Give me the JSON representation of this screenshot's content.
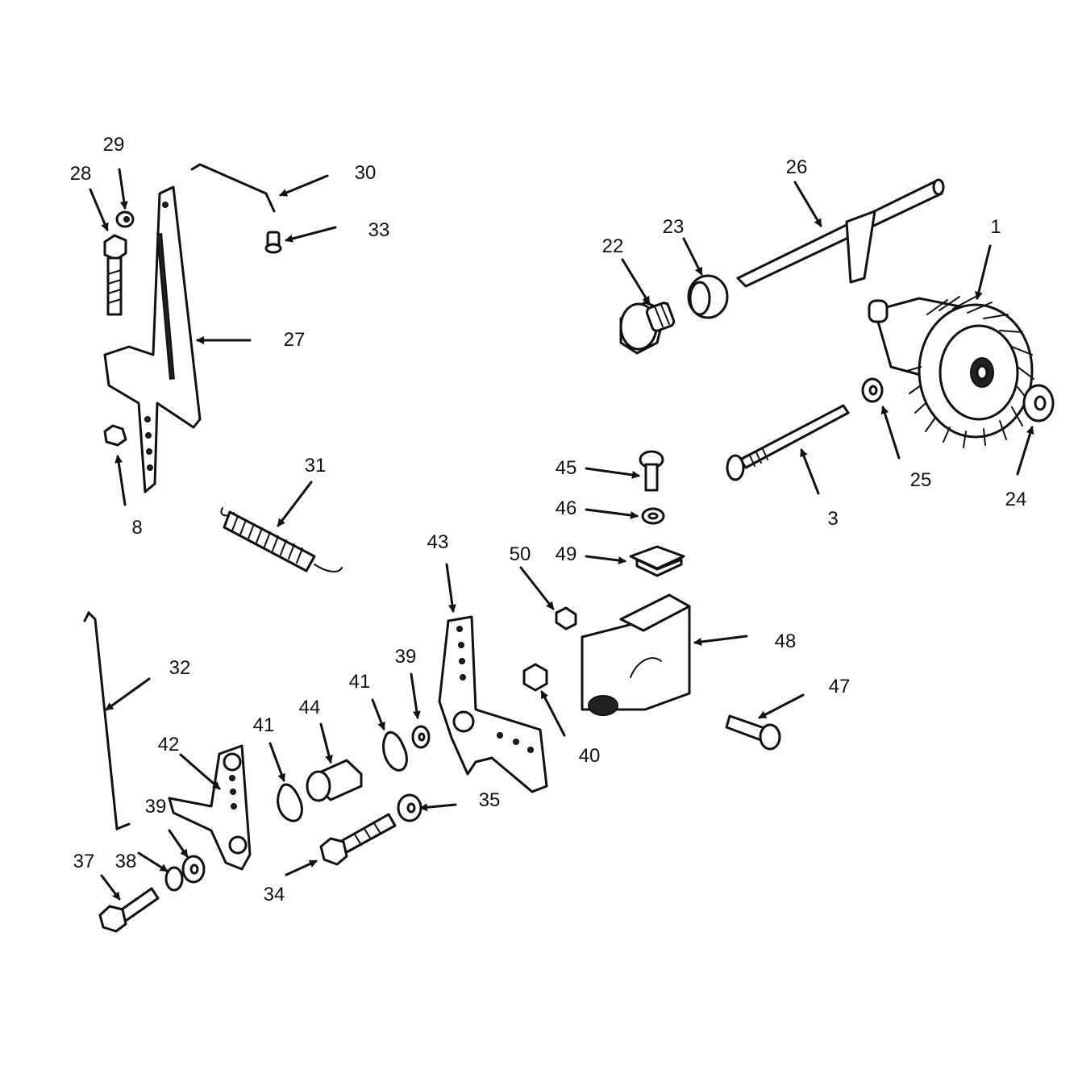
{
  "callouts": [
    {
      "id": "1",
      "label": "1"
    },
    {
      "id": "3",
      "label": "3"
    },
    {
      "id": "8",
      "label": "8"
    },
    {
      "id": "22",
      "label": "22"
    },
    {
      "id": "23",
      "label": "23"
    },
    {
      "id": "24",
      "label": "24"
    },
    {
      "id": "25",
      "label": "25"
    },
    {
      "id": "26",
      "label": "26"
    },
    {
      "id": "27",
      "label": "27"
    },
    {
      "id": "28",
      "label": "28"
    },
    {
      "id": "29",
      "label": "29"
    },
    {
      "id": "30",
      "label": "30"
    },
    {
      "id": "31",
      "label": "31"
    },
    {
      "id": "32",
      "label": "32"
    },
    {
      "id": "33",
      "label": "33"
    },
    {
      "id": "34",
      "label": "34"
    },
    {
      "id": "35",
      "label": "35"
    },
    {
      "id": "37",
      "label": "37"
    },
    {
      "id": "38",
      "label": "38"
    },
    {
      "id": "39a",
      "label": "39"
    },
    {
      "id": "39b",
      "label": "39"
    },
    {
      "id": "40",
      "label": "40"
    },
    {
      "id": "41a",
      "label": "41"
    },
    {
      "id": "41b",
      "label": "41"
    },
    {
      "id": "42",
      "label": "42"
    },
    {
      "id": "43",
      "label": "43"
    },
    {
      "id": "44",
      "label": "44"
    },
    {
      "id": "45",
      "label": "45"
    },
    {
      "id": "46",
      "label": "46"
    },
    {
      "id": "47",
      "label": "47"
    },
    {
      "id": "48",
      "label": "48"
    },
    {
      "id": "49",
      "label": "49"
    },
    {
      "id": "50",
      "label": "50"
    }
  ]
}
